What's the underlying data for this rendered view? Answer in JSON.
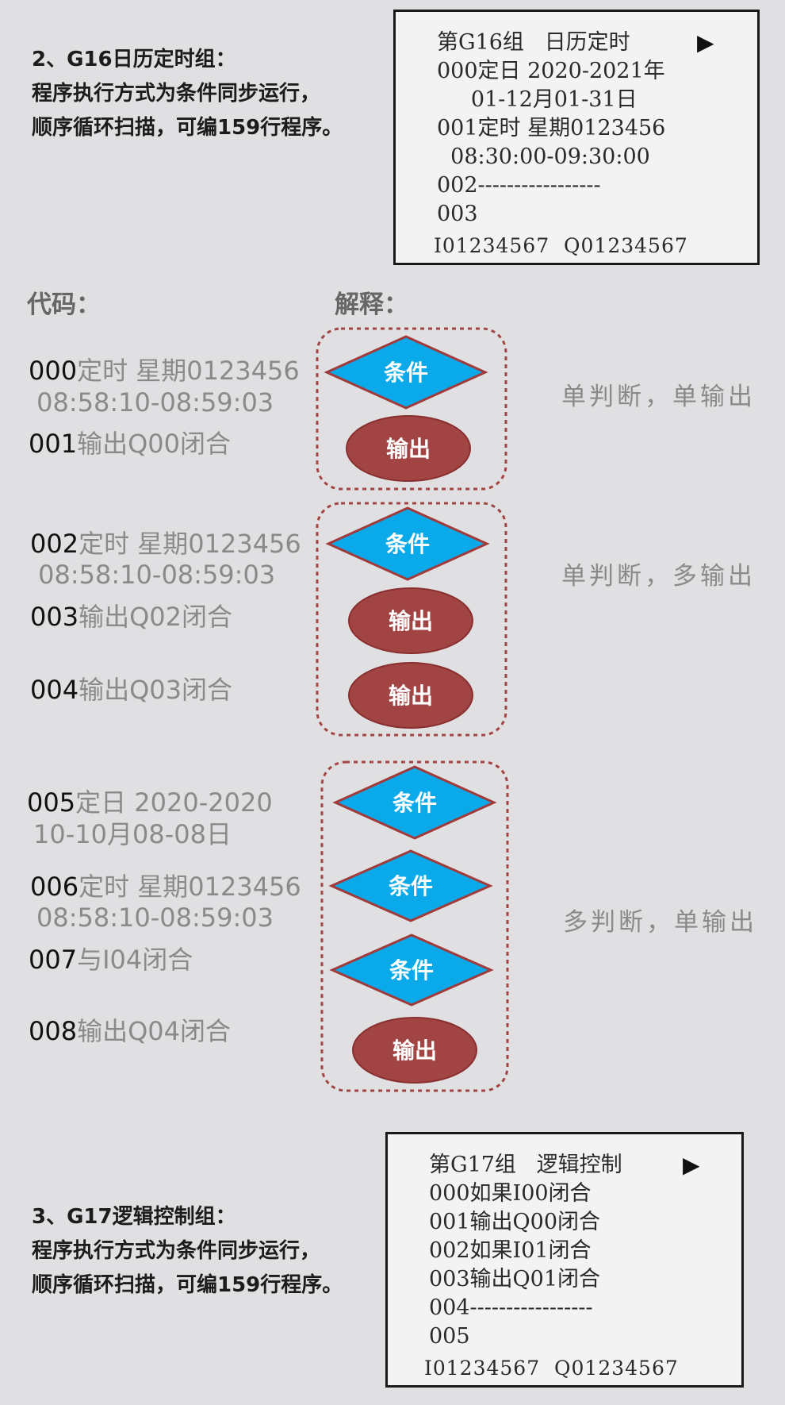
{
  "sections": {
    "g16": {
      "intro": [
        "2、G16日历定时组：",
        "程序执行方式为条件同步运行，",
        "顺序循环扫描，可编159行程序。"
      ],
      "screen": {
        "lines": [
          "第G16组   日历定时",
          "000定日 2020-2021年",
          "     01-12月01-31日",
          "001定时 星期0123456",
          "  08:30:00-09:30:00",
          "002-----------------",
          "003"
        ],
        "io": "I01234567  Q01234567",
        "arrow": "▶"
      }
    },
    "g17": {
      "intro": [
        "3、G17逻辑控制组：",
        "程序执行方式为条件同步运行，",
        "顺序循环扫描，可编159行程序。"
      ],
      "screen": {
        "lines": [
          "第G17组   逻辑控制",
          "000如果I00闭合",
          "001输出Q00闭合",
          "002如果I01闭合",
          "003输出Q01闭合",
          "004-----------------",
          "005"
        ],
        "io": "I01234567  Q01234567",
        "arrow": "▶"
      }
    }
  },
  "headers": {
    "code": "代码：",
    "explain": "解释："
  },
  "groups": [
    {
      "rows": [
        {
          "num": "000",
          "text": "定时 星期0123456",
          "cont": " 08:58:10-08:59:03"
        },
        {
          "num": "001",
          "text": "输出Q00闭合",
          "cont": ""
        }
      ],
      "shapes": [
        "条件",
        "输出"
      ],
      "desc": "单判断，单输出"
    },
    {
      "rows": [
        {
          "num": "002",
          "text": "定时 星期0123456",
          "cont": " 08:58:10-08:59:03"
        },
        {
          "num": "003",
          "text": "输出Q02闭合",
          "cont": ""
        },
        {
          "num": "004",
          "text": "输出Q03闭合",
          "cont": ""
        }
      ],
      "shapes": [
        "条件",
        "输出",
        "输出"
      ],
      "desc": "单判断，多输出"
    },
    {
      "rows": [
        {
          "num": "005",
          "text": "定日 2020-2020",
          "cont": "10-10月08-08日"
        },
        {
          "num": "006",
          "text": "定时 星期0123456",
          "cont": "08:58:10-08:59:03"
        },
        {
          "num": "007",
          "text": "与I04闭合",
          "cont": ""
        },
        {
          "num": "008",
          "text": "输出Q04闭合",
          "cont": ""
        }
      ],
      "shapes": [
        "条件",
        "条件",
        "条件",
        "输出"
      ],
      "desc": "多判断，单输出"
    }
  ],
  "colors": {
    "condition_fill": "#0aa9ea",
    "condition_stroke": "#a13b3b",
    "output_fill": "#a24443",
    "output_stroke": "#8a2f2f",
    "group_border": "#a24443"
  }
}
